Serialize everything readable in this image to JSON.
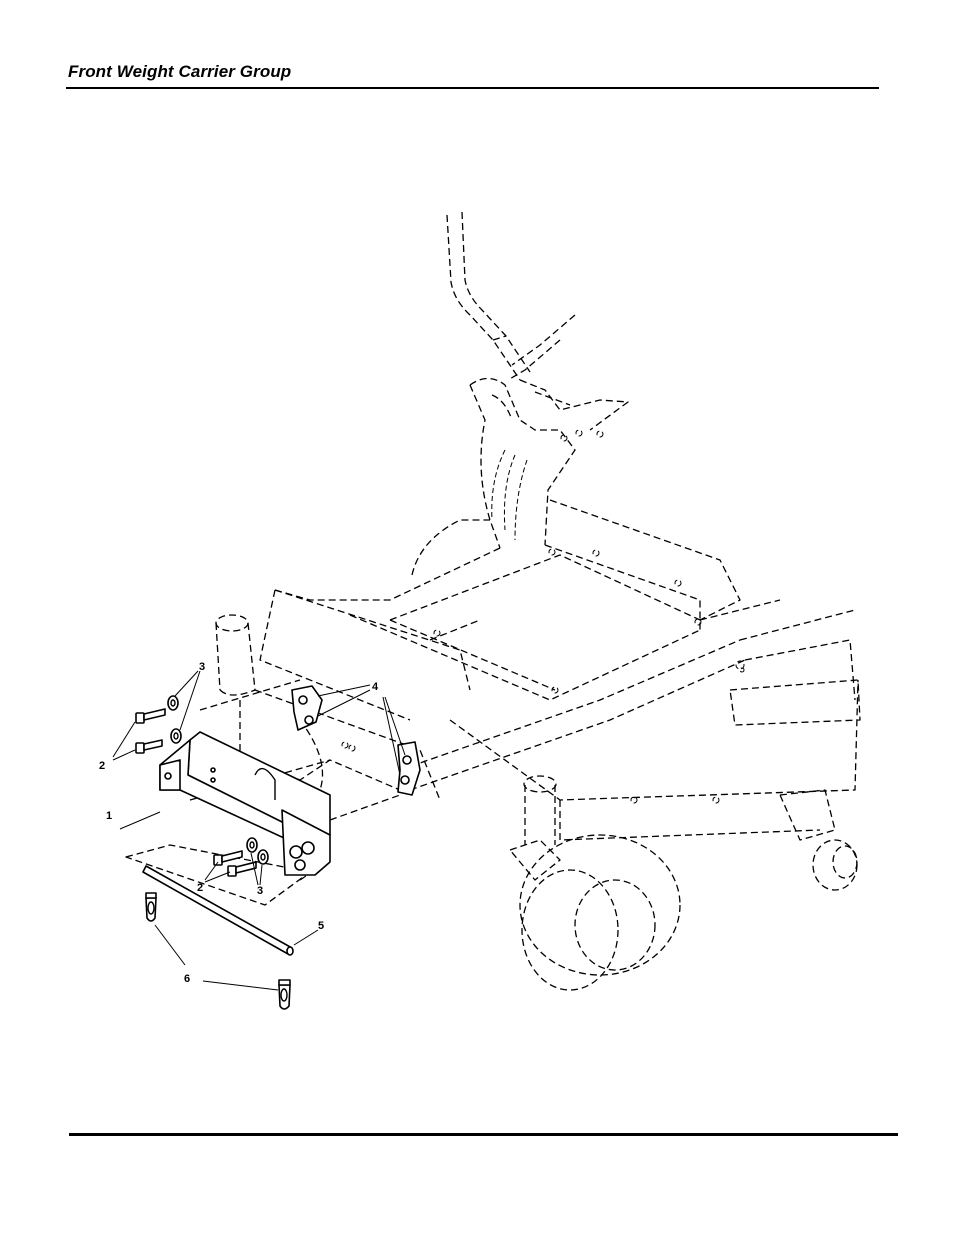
{
  "header": {
    "title": "Front Weight Carrier Group"
  },
  "callouts": {
    "c1": "1",
    "c2a": "2",
    "c2b": "2",
    "c3a": "3",
    "c3b": "3",
    "c4": "4",
    "c5": "5",
    "c6": "6"
  },
  "parts": [
    {
      "ref": "1",
      "icon": "weight-carrier-bracket-icon"
    },
    {
      "ref": "2",
      "icon": "bolt-icon"
    },
    {
      "ref": "3",
      "icon": "lock-washer-icon"
    },
    {
      "ref": "4",
      "icon": "nut-icon"
    },
    {
      "ref": "5",
      "icon": "pin-rod-icon"
    },
    {
      "ref": "6",
      "icon": "hairpin-clip-icon"
    }
  ]
}
